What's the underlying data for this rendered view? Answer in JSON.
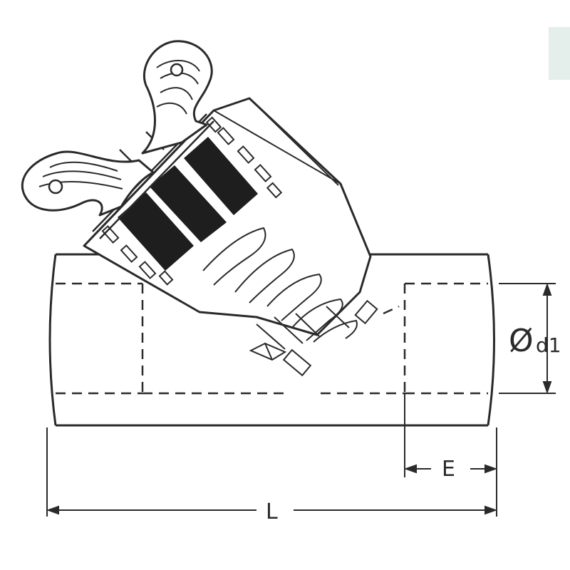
{
  "diagram": {
    "dimensions": {
      "diameter_symbol": "Ø",
      "diameter_label": "d1",
      "end_length_label": "E",
      "overall_length_label": "L"
    },
    "colors": {
      "line": "#2a2a2a",
      "dark_fill": "#1e1e1e",
      "corner_tab": "#e4eeea"
    }
  }
}
